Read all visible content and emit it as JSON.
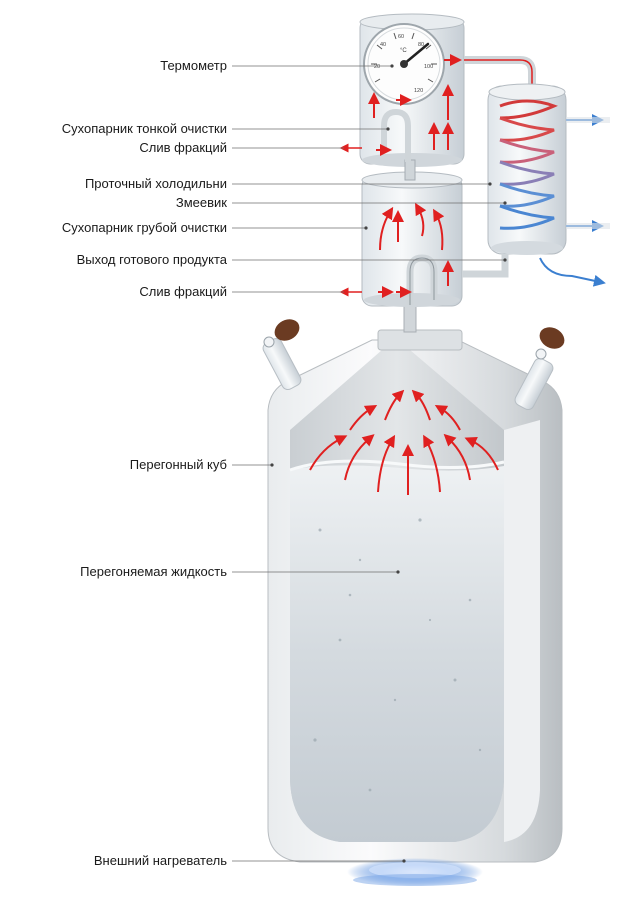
{
  "labels": {
    "thermometer": "Термометр",
    "fine_dryer": "Сухопарник тонкой очистки",
    "drain_top": "Слив фракций",
    "flow_cooler": "Проточный холодильни",
    "coil": "Змеевик",
    "coarse_dryer": "Сухопарник грубой очистки",
    "product_outlet": "Выход готового продукта",
    "drain_bottom": "Слив фракций",
    "still": "Перегонный куб",
    "liquid": "Перегоняемая жидкость",
    "heater": "Внешний нагреватель"
  },
  "gauge": {
    "unit": "°C",
    "ticks": [
      "20",
      "40",
      "60",
      "80",
      "100",
      "120"
    ]
  },
  "colors": {
    "vapor_arrow": "#e02020",
    "coolant_arrow": "#3b7fd0",
    "steel": "#d9dde0",
    "glass": "#c9d4dc",
    "cork": "#6b3b22",
    "flame": "#6aa0e8"
  }
}
